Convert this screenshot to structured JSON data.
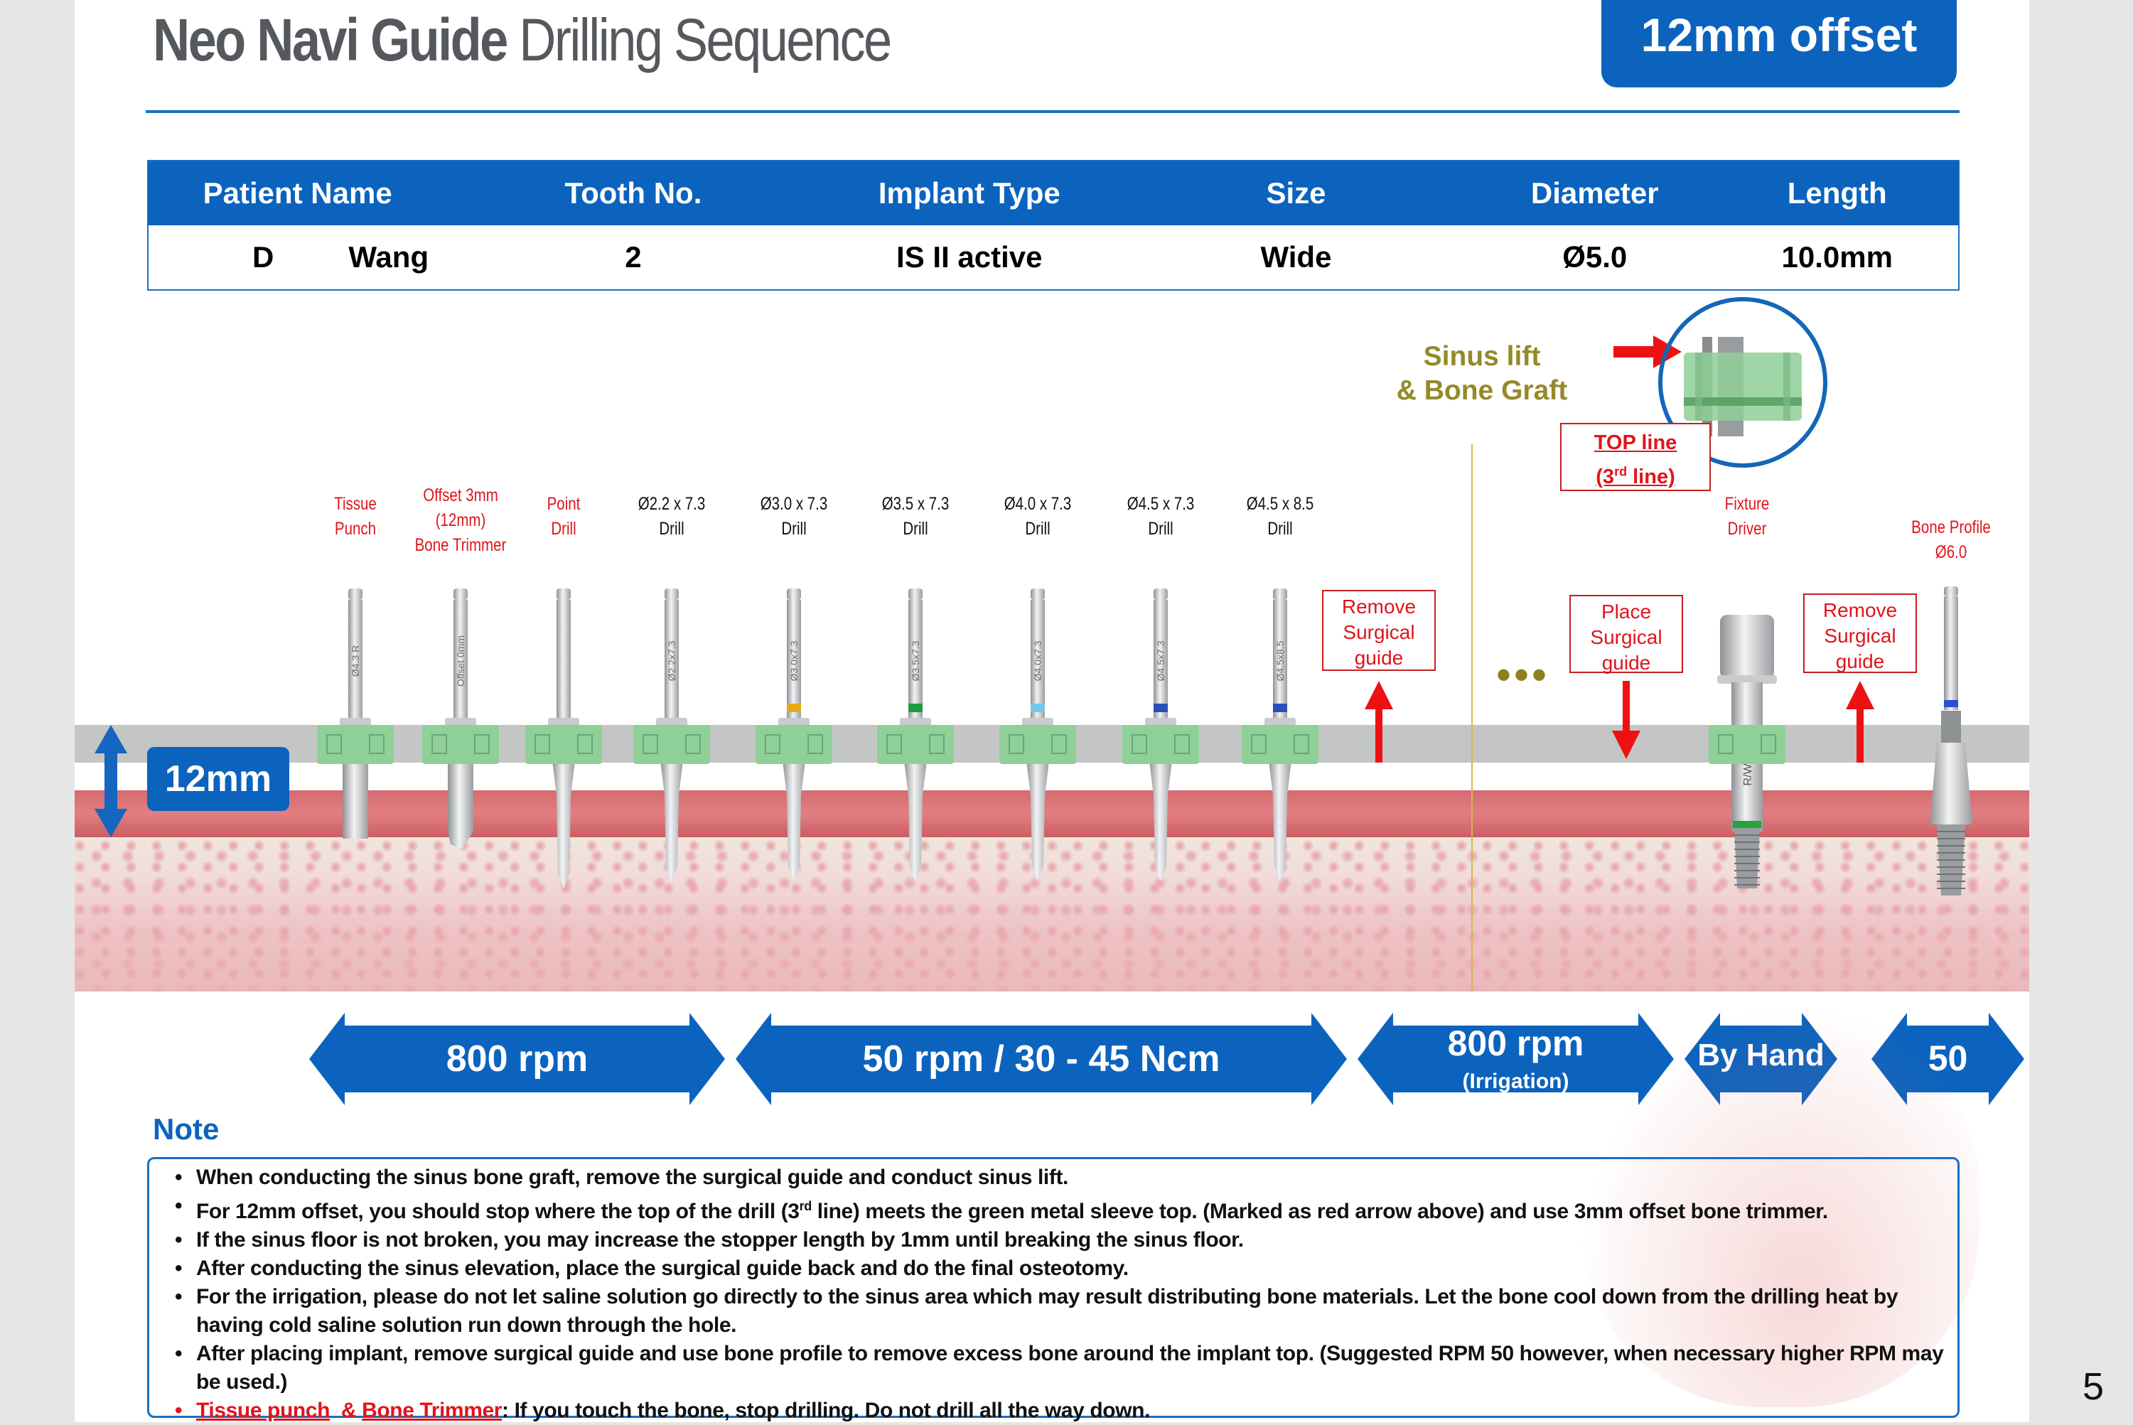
{
  "header": {
    "title_bold": "Neo Navi Guide",
    "title_regular": "Drilling Sequence",
    "offset_badge": "12mm offset"
  },
  "patient_table": {
    "headers": [
      "Patient Name",
      "Tooth No.",
      "Implant Type",
      "Size",
      "Diameter",
      "Length"
    ],
    "row": {
      "patient_initial": "D",
      "patient_last": "Wang",
      "tooth_no": "2",
      "implant_type": "IS II active",
      "size": "Wide",
      "diameter": "Ø5.0",
      "length": "10.0mm"
    }
  },
  "depth_indicator": "12mm",
  "tools": [
    {
      "lines": [
        "Tissue",
        "Punch"
      ],
      "color": "red",
      "engraving": "Ø4.3 R"
    },
    {
      "lines": [
        "Offset 3mm",
        "(12mm)",
        "Bone Trimmer"
      ],
      "color": "red",
      "engraving": "Offset 0mm"
    },
    {
      "lines": [
        "Point",
        "Drill"
      ],
      "color": "red",
      "engraving": ""
    },
    {
      "lines": [
        "Ø2.2 x 7.3",
        "Drill"
      ],
      "color": "black",
      "engraving": "Ø2.2x7.3",
      "band": ""
    },
    {
      "lines": [
        "Ø3.0 x 7.3",
        "Drill"
      ],
      "color": "black",
      "engraving": "Ø3.0x7.3",
      "band": "#e6a818"
    },
    {
      "lines": [
        "Ø3.5 x 7.3",
        "Drill"
      ],
      "color": "black",
      "engraving": "Ø3.5x7.3",
      "band": "#1f9a3c"
    },
    {
      "lines": [
        "Ø4.0 x 7.3",
        "Drill"
      ],
      "color": "black",
      "engraving": "Ø4.0x7.3",
      "band": "#74c6e6"
    },
    {
      "lines": [
        "Ø4.5 x 7.3",
        "Drill"
      ],
      "color": "black",
      "engraving": "Ø4.5x7.3",
      "band": "#2a4fb8"
    },
    {
      "lines": [
        "Ø4.5 x 8.5",
        "Drill"
      ],
      "color": "black",
      "engraving": "Ø4.5x8.5",
      "band": "#2a4fb8"
    },
    {
      "lines": [
        "Fixture",
        "Driver"
      ],
      "color": "red",
      "engraving": "R/W"
    },
    {
      "lines": [
        "Bone Profile",
        "Ø6.0"
      ],
      "color": "red",
      "engraving": ""
    }
  ],
  "actions": [
    {
      "lines": [
        "Remove",
        "Surgical",
        "guide"
      ],
      "direction": "up"
    },
    {
      "lines": [
        "Place",
        "Surgical",
        "guide"
      ],
      "direction": "down"
    },
    {
      "lines": [
        "Remove",
        "Surgical",
        "guide"
      ],
      "direction": "up"
    }
  ],
  "sinus_note": [
    "Sinus lift",
    "& Bone Graft"
  ],
  "top_line_callout": {
    "line1": "TOP line",
    "line2_pre": "(3",
    "line2_sup": "rd",
    "line2_post": " line)"
  },
  "ellipsis": "•••",
  "speeds": [
    {
      "label": "800 rpm",
      "sub": ""
    },
    {
      "label": "50 rpm / 30 - 45 Ncm",
      "sub": ""
    },
    {
      "label": "800 rpm",
      "sub": "(Irrigation)"
    },
    {
      "label": "By Hand",
      "sub": ""
    },
    {
      "label": "50",
      "sub": ""
    }
  ],
  "note": {
    "title": "Note",
    "items": [
      "When conducting the sinus bone graft, remove the surgical guide and conduct sinus lift.",
      "For  12mm offset, you should stop where the top of the drill (3rd line) meets the green metal sleeve top. (Marked as red arrow above) and use 3mm offset bone trimmer.",
      "If the sinus floor is not broken, you may increase the stopper length by 1mm until breaking the sinus floor.",
      "After conducting the sinus elevation, place the surgical guide back and do the final osteotomy.",
      "For the irrigation, please do not let saline solution go directly to the sinus area which may result distributing bone materials.  Let the bone cool down from the drilling heat by having cold saline solution run down through the hole.",
      "After placing implant, remove surgical guide and use bone profile to remove excess bone around the implant top.  (Suggested RPM 50 however, when necessary higher RPM may be used.)"
    ],
    "warning": {
      "term1": "Tissue punch",
      "joiner": "  & ",
      "term2": "Bone Trimmer",
      "text": ": If you touch the bone, stop drilling. Do not drill all the way down."
    }
  },
  "page_number": "5",
  "colors": {
    "brand_blue": "#0b63be",
    "warning_red": "#e0141c",
    "sleeve_green": "#8fcf98",
    "sinus_olive": "#958a2a"
  }
}
